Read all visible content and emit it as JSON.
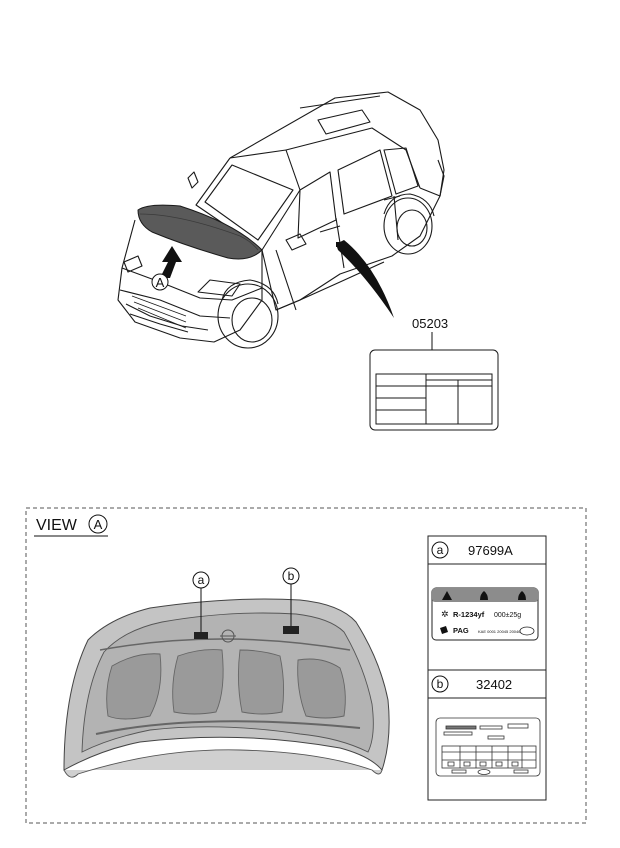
{
  "callouts": {
    "main_part_number": "05203",
    "view_marker": "A",
    "view_title": "VIEW",
    "view_letter": "A",
    "label_a_marker": "a",
    "label_b_marker": "b"
  },
  "legend": {
    "a": {
      "marker": "a",
      "part_number": "97699A"
    },
    "b": {
      "marker": "b",
      "part_number": "32402"
    }
  },
  "refrigerant_label": {
    "refrigerant": "R-1234yf",
    "amount": "000±25g",
    "oil": "PAG",
    "fine_print": "KAE 0001 20045 20046"
  },
  "colors": {
    "line": "#1a1a1a",
    "hood_dark": "#5a5a5a",
    "hood_inner": "#bdbdbd",
    "label_band": "#8c8c8c"
  }
}
